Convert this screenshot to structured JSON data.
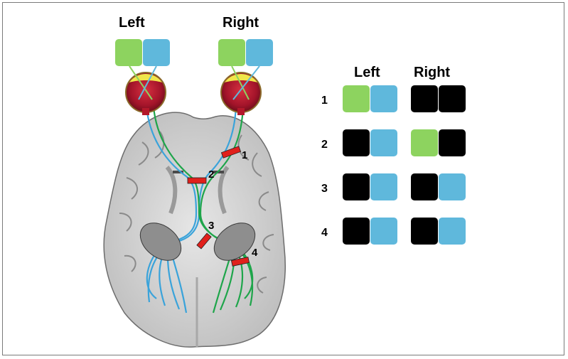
{
  "diagram": {
    "top_labels": {
      "left": "Left",
      "right": "Right"
    },
    "lesion_labels": [
      "1",
      "2",
      "3",
      "4"
    ]
  },
  "table": {
    "headers": {
      "left": "Left",
      "right": "Right"
    },
    "rows": [
      {
        "label": "1",
        "left": [
          "green",
          "blue"
        ],
        "right": [
          "black",
          "black"
        ]
      },
      {
        "label": "2",
        "left": [
          "black",
          "blue"
        ],
        "right": [
          "green",
          "black"
        ]
      },
      {
        "label": "3",
        "left": [
          "black",
          "blue"
        ],
        "right": [
          "black",
          "blue"
        ]
      },
      {
        "label": "4",
        "left": [
          "black",
          "blue"
        ],
        "right": [
          "black",
          "blue"
        ]
      }
    ]
  },
  "colors": {
    "green": "#8dd35f",
    "blue": "#5fb8dc",
    "black": "#000000",
    "lesion": "#e0201b",
    "nucleus": "#8e8e8e",
    "eye": "#b3182a",
    "brain": "#d4d4d4"
  }
}
